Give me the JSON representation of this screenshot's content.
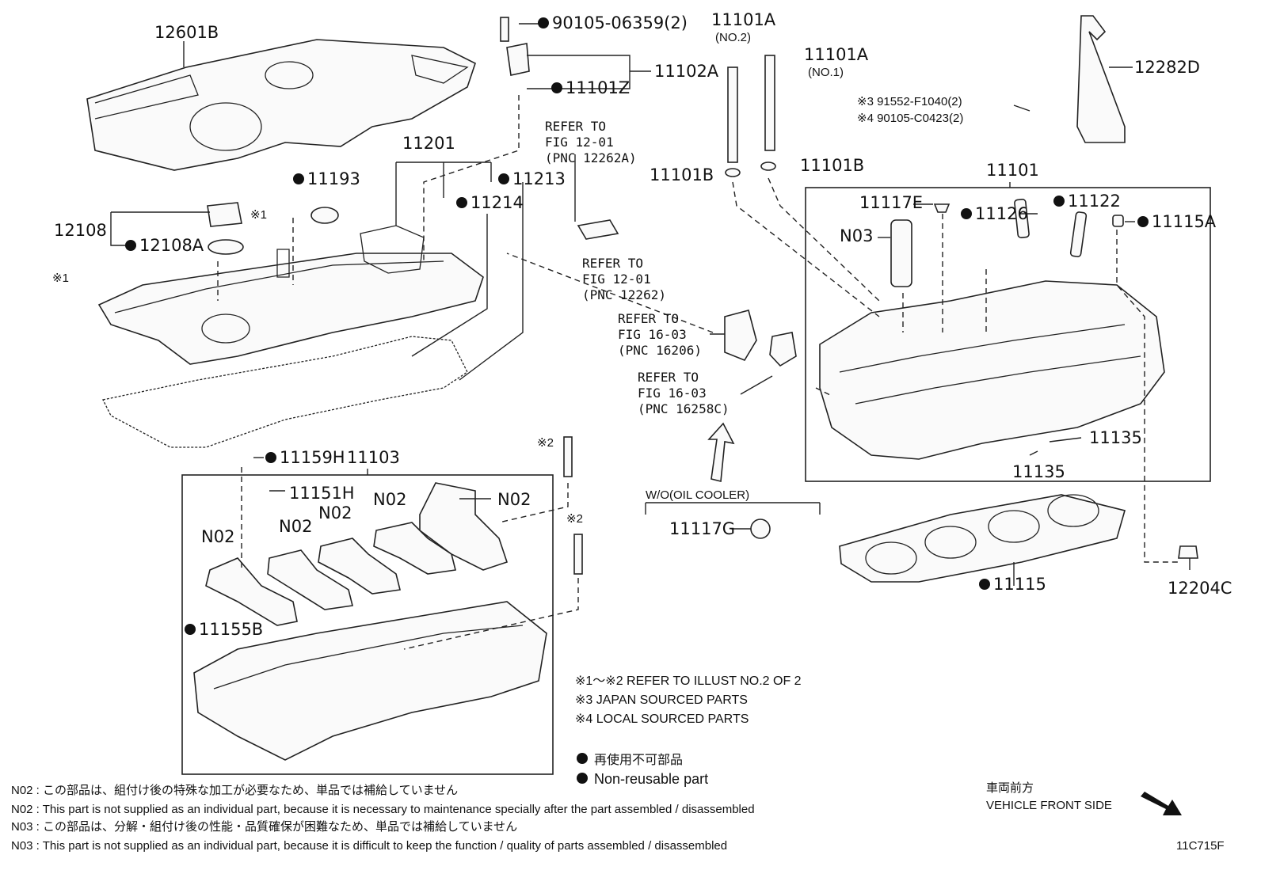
{
  "labels": {
    "engine_cover": "12601B",
    "bolt_top": "90105-06359(2)",
    "gasket_small": "11101Z",
    "sensor_group": "11102A",
    "refer_1_line1": "REFER TO",
    "refer_1_line2": "FIG 12-01",
    "refer_1_line3": "(PNC 12262A)",
    "refer_2_line1": "REFER TO",
    "refer_2_line2": "FIG 12-01",
    "refer_2_line3": "(PNC 12262)",
    "refer_3_line1": "REFER TO",
    "refer_3_line2": "FIG 16-03",
    "refer_3_line3": "(PNC 16206)",
    "refer_4_line1": "REFER TO",
    "refer_4_line2": "FIG 16-03",
    "refer_4_line3": "(PNC 16258C)",
    "bolt_no2": "11101A",
    "bolt_no2_sub": "(NO.2)",
    "bolt_no1": "11101A",
    "bolt_no1_sub": "(NO.1)",
    "washer_a": "11101B",
    "washer_b": "11101B",
    "hook": "12282D",
    "note3_part": "※3 91552-F1040(2)",
    "note4_part": "※4 90105-C0423(2)",
    "cover_assy": "11201",
    "plug": "11193",
    "gasket_plug": "11213",
    "gasket_cover": "11214",
    "oil_cap": "12108",
    "oil_cap_gasket": "12108A",
    "mark1": "※1",
    "mark1b": "※1",
    "head_assy": "11101",
    "plug_e": "11117E",
    "n03": "N03",
    "pin_126": "11126",
    "pin_122": "11122",
    "plug_115a": "11115A",
    "ring": "11159H",
    "camhousing": "11103",
    "bolt_151h": "11151H",
    "n02_a": "N02",
    "n02_b": "N02",
    "n02_c": "N02",
    "n02_d": "N02",
    "n02_e": "N02",
    "plug_155b": "11155B",
    "mark2a": "※2",
    "mark2b": "※2",
    "wo_oil": "W/O(OIL COOLER)",
    "plug_117g": "11117G",
    "pin_135a": "11135",
    "pin_135b": "11135",
    "head_gasket": "11115",
    "stud": "12204C"
  },
  "notes": {
    "line1": "※1～※2  REFER TO ILLUST NO.2 OF 2",
    "line2": "※3 JAPAN SOURCED PARTS",
    "line3": "※4 LOCAL SOURCED PARTS",
    "legend_jp": "再使用不可部品",
    "legend_en": "Non-reusable part"
  },
  "footnotes": {
    "n02_jp": "N02 : この部品は、組付け後の特殊な加工が必要なため、単品では補給していません",
    "n02_en": "N02 : This part is not supplied as an individual part, because it is necessary to maintenance specially after the part assembled / disassembled",
    "n03_jp": "N03 : この部品は、分解・組付け後の性能・品質確保が困難なため、単品では補給していません",
    "n03_en": "N03 : This part is not supplied as an individual part, because it is difficult to keep the function / quality of parts  assembled / disassembled"
  },
  "direction": {
    "jp": "車両前方",
    "en": "VEHICLE FRONT SIDE"
  },
  "figure_code": "11C715F"
}
